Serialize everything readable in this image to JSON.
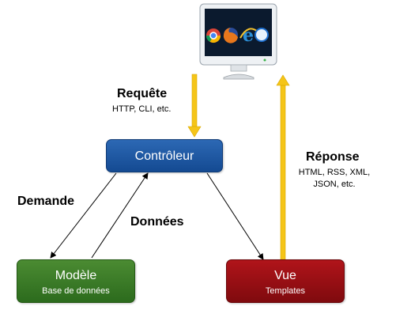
{
  "controller": {
    "title": "Contrôleur"
  },
  "model": {
    "title": "Modèle",
    "subtitle": "Base de données"
  },
  "view": {
    "title": "Vue",
    "subtitle": "Templates"
  },
  "request": {
    "title": "Requête",
    "subtitle": "HTTP, CLI, etc."
  },
  "response": {
    "title": "Réponse",
    "subtitle_lines": [
      "HTML, RSS, XML,",
      "JSON, etc."
    ]
  },
  "edges": {
    "demande": "Demande",
    "donnees": "Données"
  },
  "colors": {
    "controller": "#1c56a3",
    "model": "#3a7b26",
    "view": "#980f14",
    "yellow_arrow": "#f5c518"
  },
  "icons": [
    "monitor-icon",
    "chrome-icon",
    "firefox-icon",
    "ie-icon",
    "safari-icon"
  ]
}
